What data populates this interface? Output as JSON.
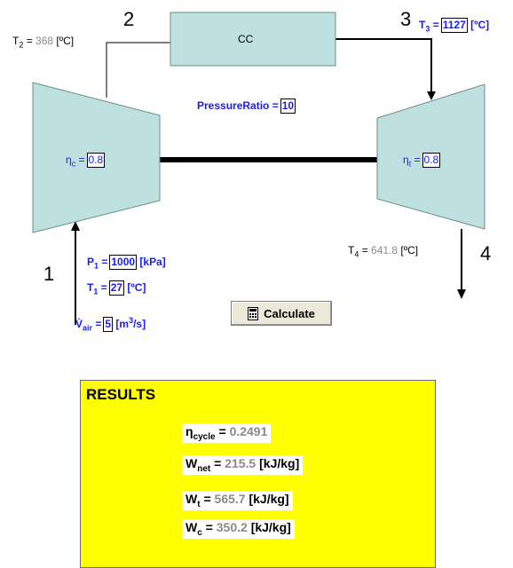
{
  "stations": {
    "s1": "1",
    "s2": "2",
    "s3": "3",
    "s4": "4"
  },
  "combustion_chamber": {
    "label": "CC"
  },
  "t2": {
    "symbol": "T",
    "sub": "2",
    "value": "368",
    "unit": "[ºC]"
  },
  "t3": {
    "symbol": "T",
    "sub": "3",
    "value": "1127",
    "unit": "[ºC]"
  },
  "t4": {
    "symbol": "T",
    "sub": "4",
    "value": "641.8",
    "unit": "[ºC]"
  },
  "pressure_ratio": {
    "label": "PressureRatio",
    "value": "10"
  },
  "eta_c": {
    "symbol": "η",
    "sub": "c",
    "value": "0.8"
  },
  "eta_t": {
    "symbol": "η",
    "sub": "t",
    "value": "0.8"
  },
  "p1": {
    "symbol": "P",
    "sub": "1",
    "value": "1000",
    "unit": "[kPa]"
  },
  "t1": {
    "symbol": "T",
    "sub": "1",
    "value": "27",
    "unit": "[ºC]"
  },
  "v_air": {
    "symbol": "V̇",
    "sub": "air",
    "value": "5",
    "unit_pre": "[m",
    "unit_sup": "3",
    "unit_post": "/s]"
  },
  "calculate_button": {
    "label": "Calculate",
    "icon": "calculator-icon"
  },
  "results": {
    "title": "RESULTS",
    "eta_cycle": {
      "symbol": "η",
      "sub": "cycle",
      "value": "0.2491"
    },
    "w_net": {
      "symbol": "W",
      "sub": "net",
      "value": "215.5",
      "unit": "[kJ/kg]"
    },
    "w_t": {
      "symbol": "W",
      "sub": "t",
      "value": "565.7",
      "unit": "[kJ/kg]"
    },
    "w_c": {
      "symbol": "W",
      "sub": "c",
      "value": "350.2",
      "unit": "[kJ/kg]"
    }
  },
  "colors": {
    "component_fill": "#bfe0e0",
    "results_bg": "#ffff00",
    "input_text": "#1a1aff",
    "output_text": "#8a8a8a"
  }
}
